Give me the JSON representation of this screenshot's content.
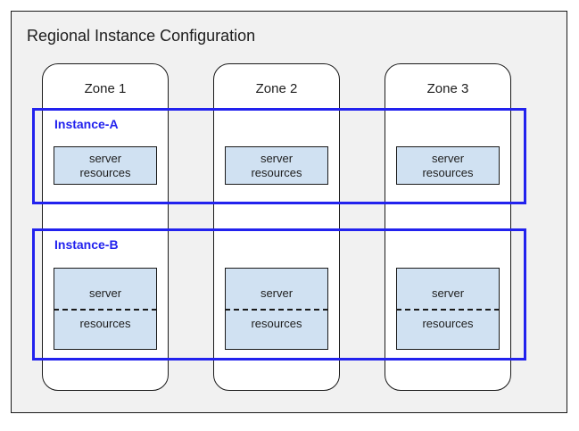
{
  "diagram": {
    "title": "Regional Instance Configuration",
    "colors": {
      "panel_background": "#f1f1f1",
      "panel_border": "#1a1a1a",
      "zone_background": "#ffffff",
      "instance_accent": "#2222ee",
      "server_box_fill": "#d0e1f2",
      "text": "#1d1d1d"
    },
    "zones": [
      {
        "label": "Zone 1"
      },
      {
        "label": "Zone 2"
      },
      {
        "label": "Zone 3"
      }
    ],
    "instances": [
      {
        "label": "Instance-A",
        "split": false,
        "resources": [
          {
            "line1": "server",
            "line2": "resources"
          },
          {
            "line1": "server",
            "line2": "resources"
          },
          {
            "line1": "server",
            "line2": "resources"
          }
        ]
      },
      {
        "label": "Instance-B",
        "split": true,
        "resources": [
          {
            "line1": "server",
            "line2": "resources"
          },
          {
            "line1": "server",
            "line2": "resources"
          },
          {
            "line1": "server",
            "line2": "resources"
          }
        ]
      }
    ]
  }
}
